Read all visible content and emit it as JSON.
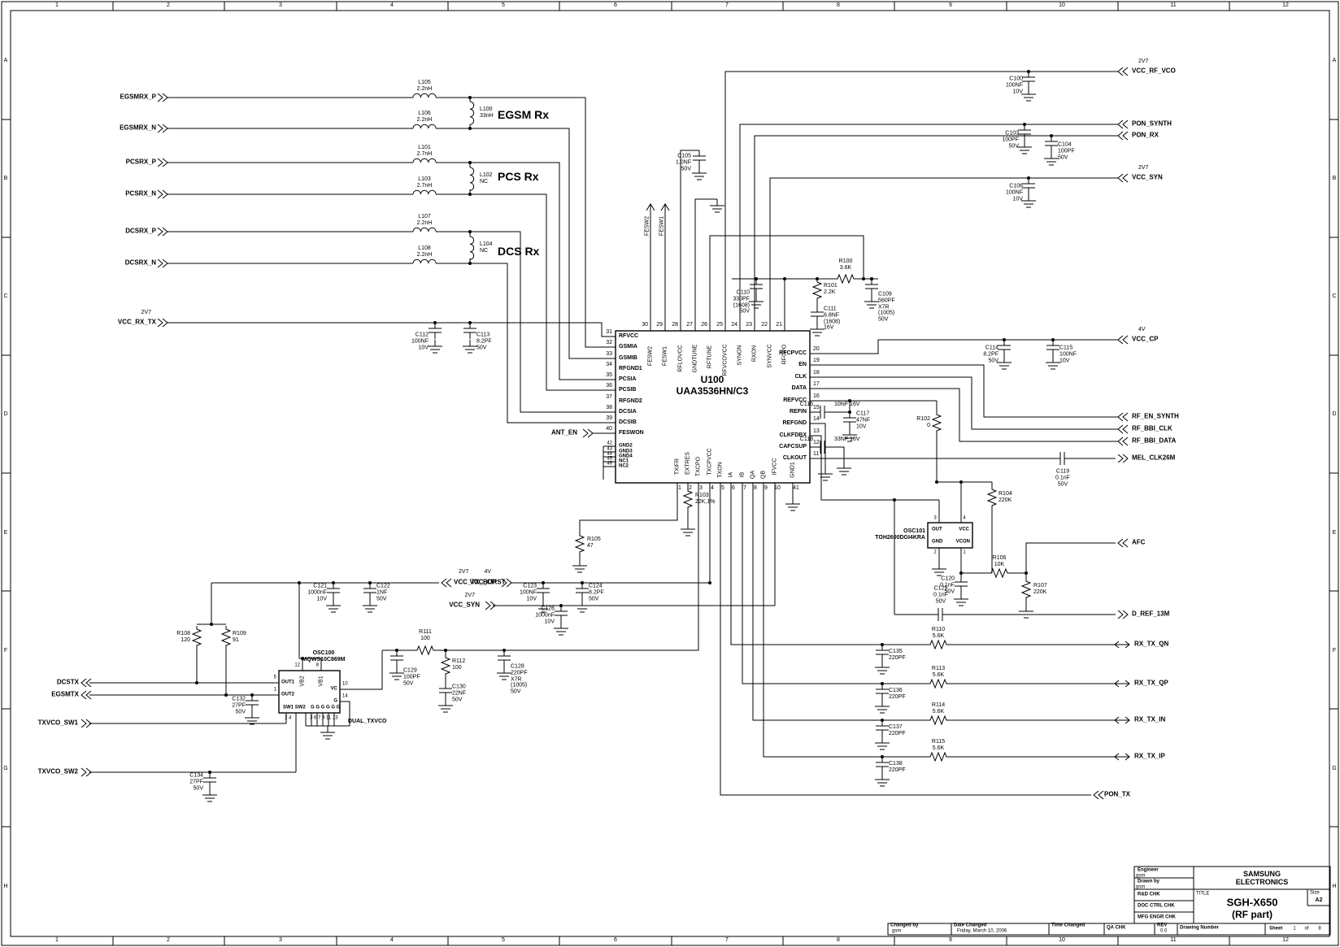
{
  "frame": {
    "cols": [
      "1",
      "2",
      "3",
      "4",
      "5",
      "6",
      "7",
      "8",
      "9",
      "10",
      "11",
      "12"
    ],
    "rows": [
      "A",
      "B",
      "C",
      "D",
      "E",
      "F",
      "G",
      "H"
    ]
  },
  "headers": {
    "egsm": "EGSM Rx",
    "pcs": "PCS Rx",
    "dcs": "DCS Rx"
  },
  "ports_left": {
    "egsmrx_p": "EGSMRX_P",
    "egsmrx_n": "EGSMRX_N",
    "pcsrx_p": "PCSRX_P",
    "pcsrx_n": "PCSRX_N",
    "dcsrx_p": "DCSRX_P",
    "dcsrx_n": "DCSRX_N",
    "vcc_rx_tx": "VCC_RX_TX",
    "vcc_rx_tx_v": "2V7",
    "ant_en": "ANT_EN",
    "dcstx": "DCSTX",
    "egsmtx": "EGSMTX",
    "txvco_sw1": "TXVCO_SW1",
    "txvco_sw2": "TXVCO_SW2",
    "vcc_tx_burst": "VCC_TX_BURST",
    "vcc_tx_burst_v": "2V7",
    "vcc_cp": "VCC_CP",
    "vcc_cp_v": "4V",
    "vcc_syn": "VCC_SYN",
    "vcc_syn_v": "2V7"
  },
  "ports_right": {
    "vcc_rf_vco": "VCC_RF_VCO",
    "vcc_rf_vco_v": "2V7",
    "pon_synth": "PON_SYNTH",
    "pon_rx": "PON_RX",
    "vcc_syn": "VCC_SYN",
    "vcc_syn_v": "2V7",
    "vcc_cp": "VCC_CP",
    "vcc_cp_v": "4V",
    "rf_en_synth": "RF_EN_SYNTH",
    "rf_bbi_clk": "RF_BBI_CLK",
    "rf_bbi_data": "RF_BBI_DATA",
    "mel_clk26m": "MEL_CLK26M",
    "afc": "AFC",
    "d_ref_13m": "D_REF_13M",
    "rx_tx_qn": "RX_TX_QN",
    "rx_tx_qp": "RX_TX_QP",
    "rx_tx_in": "RX_TX_IN",
    "rx_tx_ip": "RX_TX_IP",
    "pon_tx": "PON_TX"
  },
  "signals": {
    "fesw2": "FESW2",
    "fesw1": "FESW1"
  },
  "u100": {
    "ref": "U100",
    "part": "UAA3536HN/C3",
    "left": [
      {
        "n": "31",
        "l": "RFVCC"
      },
      {
        "n": "32",
        "l": "GSMIA"
      },
      {
        "n": "33",
        "l": "GSMIB"
      },
      {
        "n": "34",
        "l": "RFGND1"
      },
      {
        "n": "35",
        "l": "PCSIA"
      },
      {
        "n": "36",
        "l": "PCSIB"
      },
      {
        "n": "37",
        "l": "RFGND2"
      },
      {
        "n": "38",
        "l": "DCSIA"
      },
      {
        "n": "39",
        "l": "DCSIB"
      },
      {
        "n": "40",
        "l": "FESWON"
      },
      {
        "n": "42",
        "l": "GND2"
      },
      {
        "n": "43",
        "l": "GND3"
      },
      {
        "n": "44",
        "l": "GND4"
      },
      {
        "n": "45",
        "l": "NC1"
      },
      {
        "n": "46",
        "l": "NC2"
      }
    ],
    "top": [
      {
        "n": "30",
        "l": "FESW2"
      },
      {
        "n": "29",
        "l": "FESW1"
      },
      {
        "n": "28",
        "l": "RFLOVCC"
      },
      {
        "n": "27",
        "l": "GNDTUNE"
      },
      {
        "n": "26",
        "l": "RFTUNE"
      },
      {
        "n": "25",
        "l": "RFVCOVCC"
      },
      {
        "n": "24",
        "l": "SYNON"
      },
      {
        "n": "23",
        "l": "RXON"
      },
      {
        "n": "22",
        "l": "SYNVCC"
      },
      {
        "n": "21",
        "l": "RFCPO"
      }
    ],
    "right": [
      {
        "n": "20",
        "l": "RFCPVCC"
      },
      {
        "n": "19",
        "l": "EN"
      },
      {
        "n": "18",
        "l": "CLK"
      },
      {
        "n": "17",
        "l": "DATA"
      },
      {
        "n": "16",
        "l": "REFVCC"
      },
      {
        "n": "15",
        "l": "REFIN"
      },
      {
        "n": "14",
        "l": "REFGND"
      },
      {
        "n": "13",
        "l": "CLKFDBX"
      },
      {
        "n": "12",
        "l": "CAFCSUP"
      },
      {
        "n": "11",
        "l": "CLKOUT"
      }
    ],
    "bottom": [
      {
        "n": "1",
        "l": "TXIFR"
      },
      {
        "n": "2",
        "l": "EXTRES"
      },
      {
        "n": "3",
        "l": "TXCPO"
      },
      {
        "n": "4",
        "l": "TXCPVCC"
      },
      {
        "n": "5",
        "l": "TXON"
      },
      {
        "n": "6",
        "l": "IA"
      },
      {
        "n": "7",
        "l": "IB"
      },
      {
        "n": "8",
        "l": "QA"
      },
      {
        "n": "9",
        "l": "QB"
      },
      {
        "n": "10",
        "l": "IFVCC"
      },
      {
        "n": "41",
        "l": "GND1"
      }
    ]
  },
  "osc101": {
    "ref": "OSC101\nTOH2600DGI4KRA",
    "out": "OUT",
    "vcc": "VCC",
    "gnd": "GND",
    "vcon": "VCON",
    "n_out": "3",
    "n_vcc": "4",
    "n_gnd": "2",
    "n_vcon": "1"
  },
  "osc100": {
    "ref": "OSC100\nMQWS10C869M",
    "sub": "DUAL_TXVCO",
    "vb2": "VB2",
    "vb1": "VB1",
    "out1": "OUT1",
    "out2": "OUT2",
    "vc": "VC",
    "g": "G",
    "sw": "SW1  SW2",
    "grow": "G G G G G G",
    "n_vb2": "12",
    "n_vb1": "8",
    "n_out1": "5",
    "n_out2": "1",
    "n_vc": "10",
    "n_g": "14",
    "n_sw": "2     4",
    "n_grow": "3  6  7  9  11 13"
  },
  "parts": {
    "l105": "L105\n2.2nH",
    "l106": "L106\n2.2nH",
    "l100": "L100\n33nH",
    "l101": "L101\n2.7nH",
    "l103": "L103\n2.7nH",
    "l102": "L102\nNC",
    "l107": "L107\n2.2nH",
    "l108": "L108\n2.2nH",
    "l104": "L104\nNC",
    "c112": "C112\n100NF\n10V",
    "c113": "C113\n8.2PF\n50V",
    "c105": "C105\n1.0NF\n50V",
    "c110": "C110\n330PF\n(1608)\n50V",
    "r101": "R101\n2.2K",
    "c111": "C111\n6.8NF\n(1608)\n16V",
    "r100": "R100\n3.6K",
    "c109": "C109\n560PF\nX7R\n(1005)\n50V",
    "c100": "C100\n100NF\n10V",
    "c103": "C103\n100PF\n50V",
    "c104": "C104\n100PF\n50V",
    "c106": "C106\n100NF\n10V",
    "c114": "C114\n8.2PF\n50V",
    "c115": "C115\n100NF\n10V",
    "c116": "C116",
    "c116v": "10NF  16V",
    "c117": "C117\n47NF\n10V",
    "c118": "C118",
    "c118v": "33NF  10V",
    "c119": "C119\n0.1nF\n50V",
    "c125": "C125\n0.1nF\n50V",
    "r102": "R102\n0",
    "r104": "R104\n220K",
    "r106": "R106\n10K",
    "r107": "R107\n220K",
    "c120": "C120\n0.1nF\n50V",
    "r103": "R103\n22K,1%",
    "r105": "R105\n47",
    "c121": "C121\n1000nF\n10V",
    "c122": "C122\n1NF\n50V",
    "c123": "C123\n100NF\n10V",
    "c124": "C124\n8.2PF\n50V",
    "c126": "C126\n1000nF\n10V",
    "r108": "R108\n120",
    "r109": "R109\n91",
    "r111": "R111\n100",
    "r112": "R112\n100",
    "c129": "C129\n100PF\n50V",
    "c130": "C130\n22NF\n50V",
    "c128": "C128\n220PF\nX7R\n(1005)\n50V",
    "c132": "C132\n27PF\n50V",
    "c134": "C134\n27PF\n50V",
    "r110": "R110\n5.6K",
    "r113": "R113\n5.6K",
    "r114": "R114\n5.6K",
    "r115": "R115\n5.6K",
    "c135": "C135\n220PF",
    "c136": "C136\n220PF",
    "c137": "C137\n220PF",
    "c138": "C138\n220PF"
  },
  "title_block": {
    "engineer": "Engineer",
    "engineer_v": "gsm",
    "drawn": "Drawn by",
    "drawn_v": "gsm",
    "rnd": "R&D CHK",
    "doc": "DOC CTRL CHK",
    "mfg": "MFG ENGR CHK",
    "company": "SAMSUNG ELECTRONICS",
    "title_lbl": "TITLE",
    "title1": "SGH-X650",
    "title2": "(RF part)",
    "size_lbl": "Size",
    "size_v": "A2",
    "changed_by": "Changed by",
    "changed_by_v": "gsm",
    "date_changed": "Date Changed",
    "date_v": "Friday, March 10, 2006",
    "time_changed": "Time Changed",
    "qa": "QA CHK",
    "rev_lbl": "REV",
    "rev_v": "0.0",
    "drawing_lbl": "Drawing Number",
    "sheet_lbl": "Sheet",
    "sheet_no": "1",
    "of_lbl": "of",
    "sheet_total": "8"
  }
}
